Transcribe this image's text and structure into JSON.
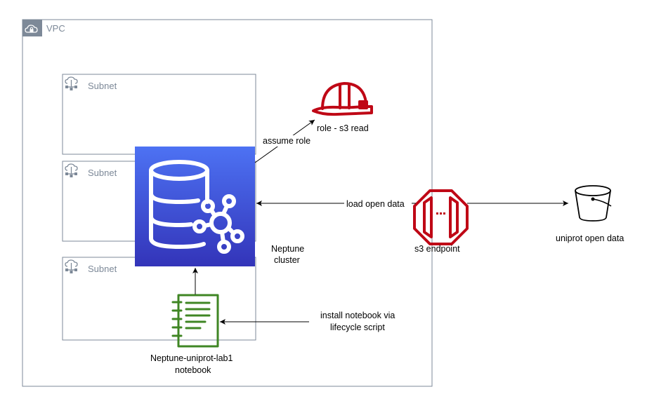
{
  "colors": {
    "group_border": "#7d8998",
    "neptune_top": "#4d72f3",
    "neptune_bottom": "#3334b9",
    "red": "#bf0816",
    "green": "#3f8624",
    "black": "#000000"
  },
  "vpc": {
    "label": "VPC",
    "icon": "cloud-lock-icon"
  },
  "subnets": [
    {
      "label": "Subnet",
      "icon": "subnet-icon"
    },
    {
      "label": "Subnet",
      "icon": "subnet-icon"
    },
    {
      "label": "Subnet",
      "icon": "subnet-icon"
    }
  ],
  "neptune": {
    "label_line1": "Neptune",
    "label_line2": "cluster",
    "icon": "database-graph-icon"
  },
  "role": {
    "label": "role - s3 read",
    "icon": "hard-hat-icon"
  },
  "endpoint": {
    "label": "s3 endpoint",
    "icon": "vpc-endpoint-icon"
  },
  "bucket": {
    "label": "uniprot open data",
    "icon": "bucket-icon"
  },
  "notebook": {
    "label_line1": "Neptune-uniprot-lab1",
    "label_line2": "notebook",
    "icon": "notebook-icon"
  },
  "edges": {
    "assume_role": "assume role",
    "load_open_data": "load open data",
    "install_line1": "install notebook via",
    "install_line2": "lifecycle script"
  }
}
